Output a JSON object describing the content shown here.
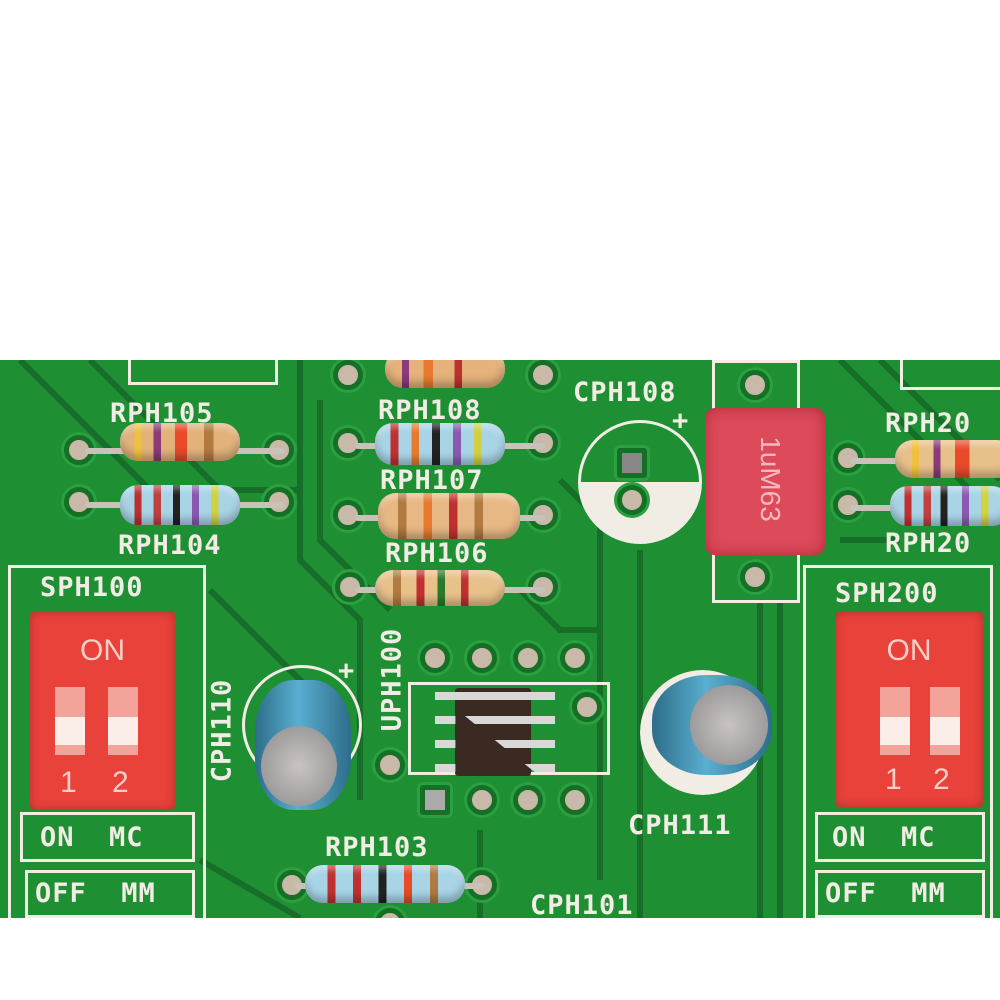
{
  "labels": {
    "rph105": "RPH105",
    "rph104": "RPH104",
    "rph108": "RPH108",
    "rph107": "RPH107",
    "rph106": "RPH106",
    "cph108": "CPH108",
    "cph108_plus": "+",
    "rph20_top": "RPH20",
    "rph20_bottom": "RPH20",
    "sph100": "SPH100",
    "sph200": "SPH200",
    "cph110": "CPH110",
    "cph110_plus": "+",
    "uph100": "UPH100",
    "cph111": "CPH111",
    "rph103": "RPH103",
    "cph101": "CPH101",
    "film_cap": "1uM63"
  },
  "switches": [
    {
      "on": "ON",
      "n1": "1",
      "n2": "2",
      "mode_on": "ON  MC",
      "mode_off": "OFF  MM"
    },
    {
      "on": "ON",
      "n1": "1",
      "n2": "2",
      "mode_on": "ON  MC",
      "mode_off": "OFF  MM"
    }
  ],
  "colors": {
    "board": "#1f8f33",
    "silkscreen": "#f1ece4",
    "dip": "#e8423a"
  }
}
